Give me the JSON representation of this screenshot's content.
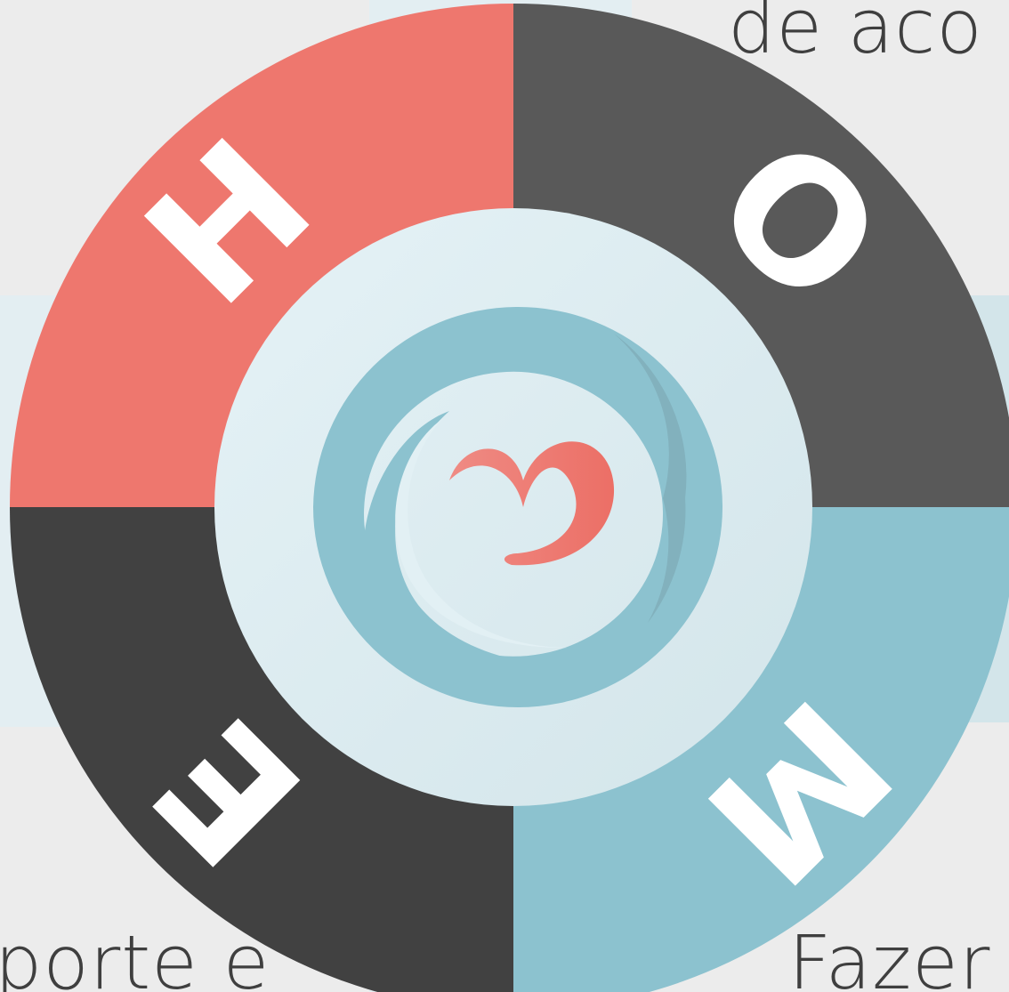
{
  "background_snippets": {
    "top_right": "de aco",
    "bottom_left": "porte e",
    "bottom_right": "Fazer"
  },
  "wheel": {
    "segments": [
      {
        "letter": "H",
        "color": "#ee776e"
      },
      {
        "letter": "O",
        "color": "#595959"
      },
      {
        "letter": "M",
        "color": "#8cc2cf"
      },
      {
        "letter": "E",
        "color": "#414141"
      }
    ],
    "center": {
      "disc_color": "#e2f0f4",
      "swirl_color": "#8cc2cf",
      "heart_color": "#ee776e"
    }
  }
}
